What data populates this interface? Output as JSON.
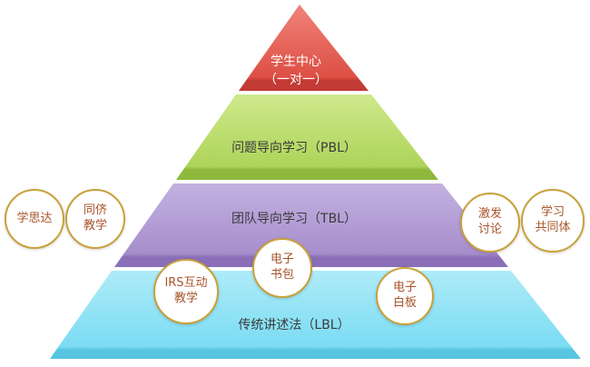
{
  "pyramid": {
    "levels": [
      {
        "line1": "学生中心",
        "line2": "（一对一）",
        "color_top": "#F0837A",
        "color_mid": "#DD4F44",
        "color_bottom": "#C23B34"
      },
      {
        "label": "问题导向学习（PBL）",
        "color_top": "#CFE98C",
        "color_mid": "#AED45A",
        "color_bottom": "#8FB93C"
      },
      {
        "label": "团队导向学习（TBL）",
        "color_top": "#C3B1E1",
        "color_mid": "#A78ECC",
        "color_bottom": "#8A6FB8"
      },
      {
        "label": "传统讲述法（LBL）",
        "color_top": "#AEEBF8",
        "color_mid": "#7BDCF3",
        "color_bottom": "#57C4E0"
      }
    ]
  },
  "bubbles": [
    {
      "line1": "学思达"
    },
    {
      "line1": "同侪",
      "line2": "教学"
    },
    {
      "line1": "激发",
      "line2": "讨论"
    },
    {
      "line1": "学习",
      "line2": "共同体"
    },
    {
      "line1": "IRS互动",
      "line2": "教学"
    },
    {
      "line1": "电子",
      "line2": "书包"
    },
    {
      "line1": "电子",
      "line2": "白板"
    }
  ],
  "theme": {
    "bubble_border": "#C8A13B",
    "bubble_text": "#A9542B",
    "band_text_dark": "#3A3A3A",
    "band_text_light": "#FFFFFF"
  }
}
